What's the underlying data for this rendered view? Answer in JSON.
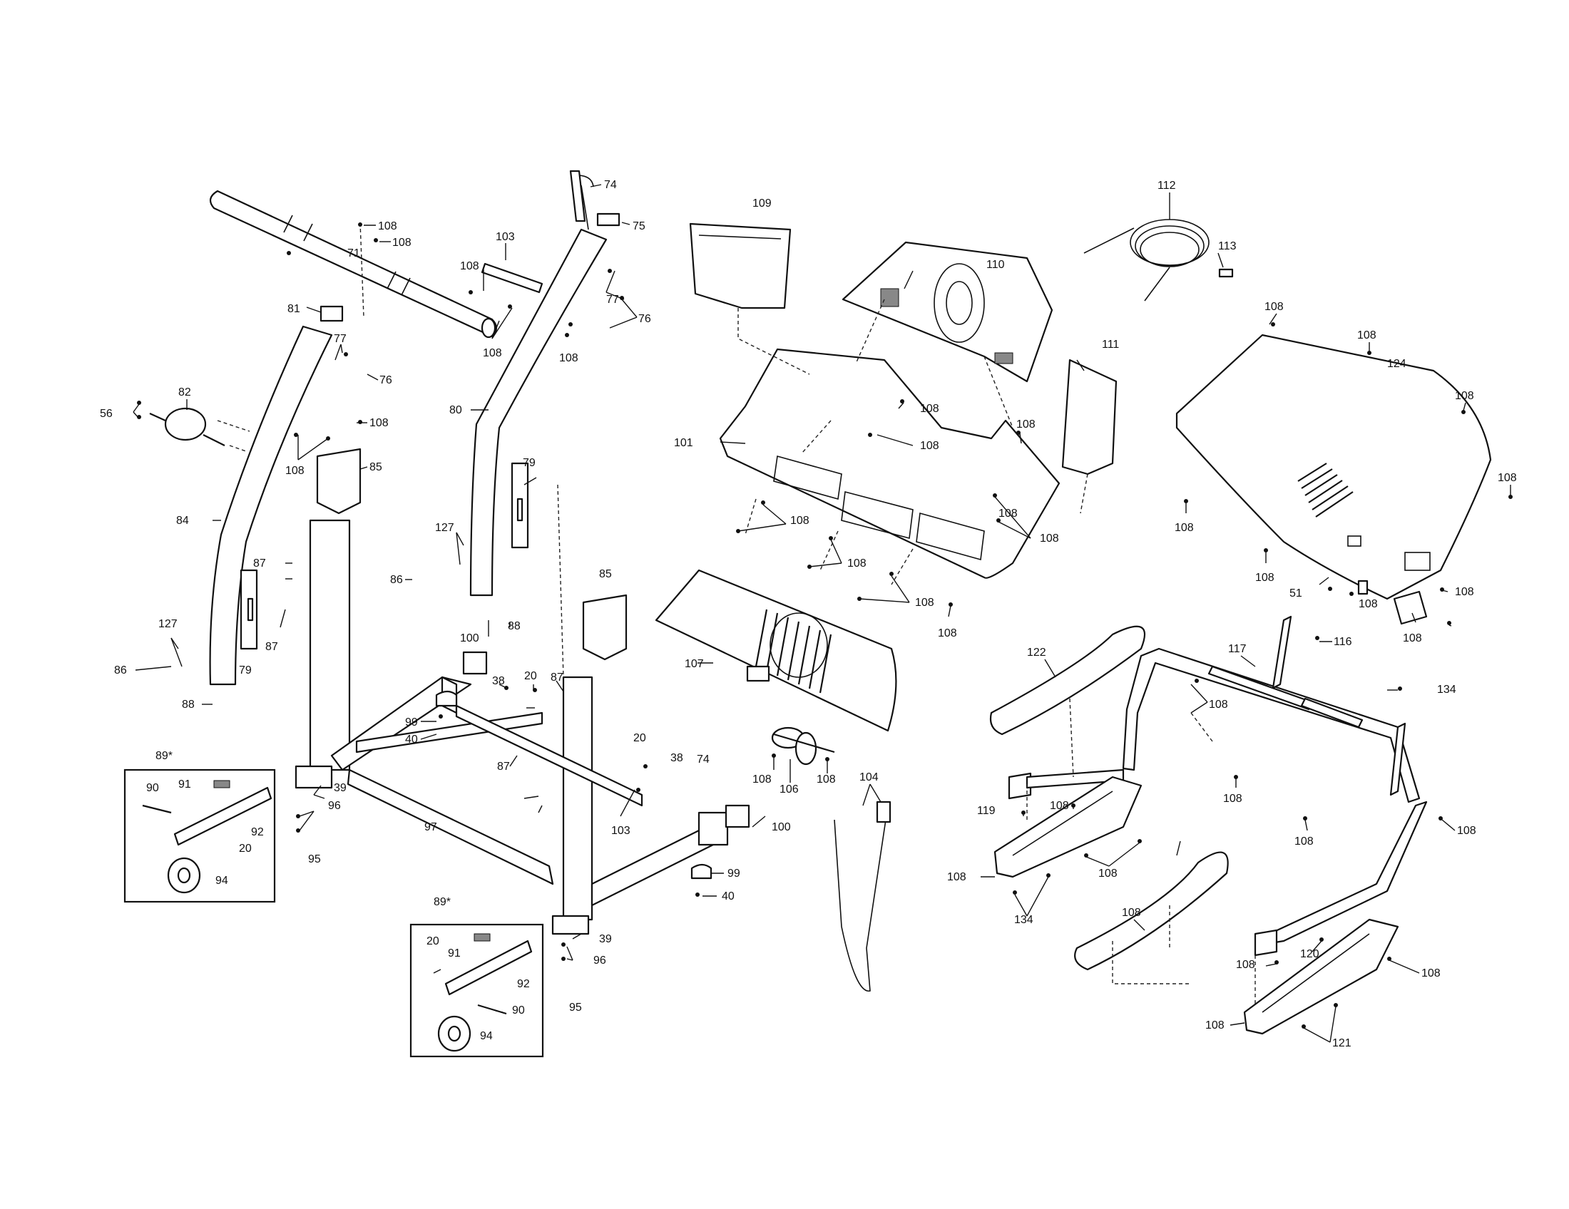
{
  "labels": [
    {
      "id": "l108a",
      "text": "108"
    },
    {
      "id": "l108b",
      "text": "108"
    },
    {
      "id": "l71",
      "text": "71"
    },
    {
      "id": "l74",
      "text": "74"
    },
    {
      "id": "l75",
      "text": "75"
    },
    {
      "id": "l103a",
      "text": "103"
    },
    {
      "id": "l108c",
      "text": "108"
    },
    {
      "id": "l108d",
      "text": "108"
    },
    {
      "id": "l108e",
      "text": "108"
    },
    {
      "id": "l77a",
      "text": "77"
    },
    {
      "id": "l76a",
      "text": "76"
    },
    {
      "id": "l81",
      "text": "81"
    },
    {
      "id": "l77b",
      "text": "77"
    },
    {
      "id": "l76b",
      "text": "76"
    },
    {
      "id": "l82",
      "text": "82"
    },
    {
      "id": "l56",
      "text": "56"
    },
    {
      "id": "l108f",
      "text": "108"
    },
    {
      "id": "l108g",
      "text": "108"
    },
    {
      "id": "l80",
      "text": "80"
    },
    {
      "id": "l85a",
      "text": "85"
    },
    {
      "id": "l84",
      "text": "84"
    },
    {
      "id": "l79a",
      "text": "79"
    },
    {
      "id": "l127a",
      "text": "127"
    },
    {
      "id": "l87a",
      "text": "87"
    },
    {
      "id": "l86a",
      "text": "86"
    },
    {
      "id": "l88a",
      "text": "88"
    },
    {
      "id": "l127b",
      "text": "127"
    },
    {
      "id": "l79b",
      "text": "79"
    },
    {
      "id": "l87b",
      "text": "87"
    },
    {
      "id": "l86b",
      "text": "86"
    },
    {
      "id": "l88b",
      "text": "88"
    },
    {
      "id": "l85b",
      "text": "85"
    },
    {
      "id": "l100a",
      "text": "100"
    },
    {
      "id": "l20a",
      "text": "20"
    },
    {
      "id": "l38a",
      "text": "38"
    },
    {
      "id": "l87c",
      "text": "87"
    },
    {
      "id": "l99a",
      "text": "99"
    },
    {
      "id": "l40a",
      "text": "40"
    },
    {
      "id": "l89a",
      "text": "89*"
    },
    {
      "id": "l90a",
      "text": "90"
    },
    {
      "id": "l91a",
      "text": "91"
    },
    {
      "id": "l39a",
      "text": "39"
    },
    {
      "id": "l96a",
      "text": "96"
    },
    {
      "id": "l92a",
      "text": "92"
    },
    {
      "id": "l20b",
      "text": "20"
    },
    {
      "id": "l94a",
      "text": "94"
    },
    {
      "id": "l95a",
      "text": "95"
    },
    {
      "id": "l97",
      "text": "97"
    },
    {
      "id": "l87d",
      "text": "87"
    },
    {
      "id": "l20c",
      "text": "20"
    },
    {
      "id": "l38b",
      "text": "38"
    },
    {
      "id": "l74b",
      "text": "74"
    },
    {
      "id": "l103b",
      "text": "103"
    },
    {
      "id": "l100b",
      "text": "100"
    },
    {
      "id": "l99b",
      "text": "99"
    },
    {
      "id": "l40b",
      "text": "40"
    },
    {
      "id": "l89b",
      "text": "89*"
    },
    {
      "id": "l20d",
      "text": "20"
    },
    {
      "id": "l39b",
      "text": "39"
    },
    {
      "id": "l91b",
      "text": "91"
    },
    {
      "id": "l96b",
      "text": "96"
    },
    {
      "id": "l92b",
      "text": "92"
    },
    {
      "id": "l95b",
      "text": "95"
    },
    {
      "id": "l90b",
      "text": "90"
    },
    {
      "id": "l94b",
      "text": "94"
    },
    {
      "id": "l109",
      "text": "109"
    },
    {
      "id": "l110",
      "text": "110"
    },
    {
      "id": "l108h",
      "text": "108"
    },
    {
      "id": "l101",
      "text": "101"
    },
    {
      "id": "l108i",
      "text": "108"
    },
    {
      "id": "l108j",
      "text": "108"
    },
    {
      "id": "l111",
      "text": "111"
    },
    {
      "id": "l108k",
      "text": "108"
    },
    {
      "id": "l108l",
      "text": "108"
    },
    {
      "id": "l108m",
      "text": "108"
    },
    {
      "id": "l108n",
      "text": "108"
    },
    {
      "id": "l108o",
      "text": "108"
    },
    {
      "id": "l108p",
      "text": "108"
    },
    {
      "id": "l107",
      "text": "107"
    },
    {
      "id": "l108q",
      "text": "108"
    },
    {
      "id": "l106",
      "text": "106"
    },
    {
      "id": "l108r",
      "text": "108"
    },
    {
      "id": "l104",
      "text": "104"
    },
    {
      "id": "l112",
      "text": "112"
    },
    {
      "id": "l113",
      "text": "113"
    },
    {
      "id": "l108s",
      "text": "108"
    },
    {
      "id": "l108t",
      "text": "108"
    },
    {
      "id": "l124",
      "text": "124"
    },
    {
      "id": "l108u",
      "text": "108"
    },
    {
      "id": "l108v",
      "text": "108"
    },
    {
      "id": "l108w",
      "text": "108"
    },
    {
      "id": "l108x",
      "text": "108"
    },
    {
      "id": "l108y",
      "text": "108"
    },
    {
      "id": "l51",
      "text": "51"
    },
    {
      "id": "l108z",
      "text": "108"
    },
    {
      "id": "l108aa",
      "text": "108"
    },
    {
      "id": "l122",
      "text": "122"
    },
    {
      "id": "l117",
      "text": "117"
    },
    {
      "id": "l116",
      "text": "116"
    },
    {
      "id": "l108ab",
      "text": "108"
    },
    {
      "id": "l134a",
      "text": "134"
    },
    {
      "id": "l108ac",
      "text": "108"
    },
    {
      "id": "l108ad",
      "text": "108"
    },
    {
      "id": "l108ae",
      "text": "108"
    },
    {
      "id": "l119",
      "text": "119"
    },
    {
      "id": "l108af",
      "text": "108"
    },
    {
      "id": "l108ag",
      "text": "108"
    },
    {
      "id": "l108ah",
      "text": "108"
    },
    {
      "id": "l134b",
      "text": "134"
    },
    {
      "id": "l108ai",
      "text": "108"
    },
    {
      "id": "l120",
      "text": "120"
    },
    {
      "id": "l108aj",
      "text": "108"
    },
    {
      "id": "l108ak",
      "text": "108"
    },
    {
      "id": "l108al",
      "text": "108"
    },
    {
      "id": "l121",
      "text": "121"
    },
    {
      "id": "l108am",
      "text": "108"
    }
  ]
}
